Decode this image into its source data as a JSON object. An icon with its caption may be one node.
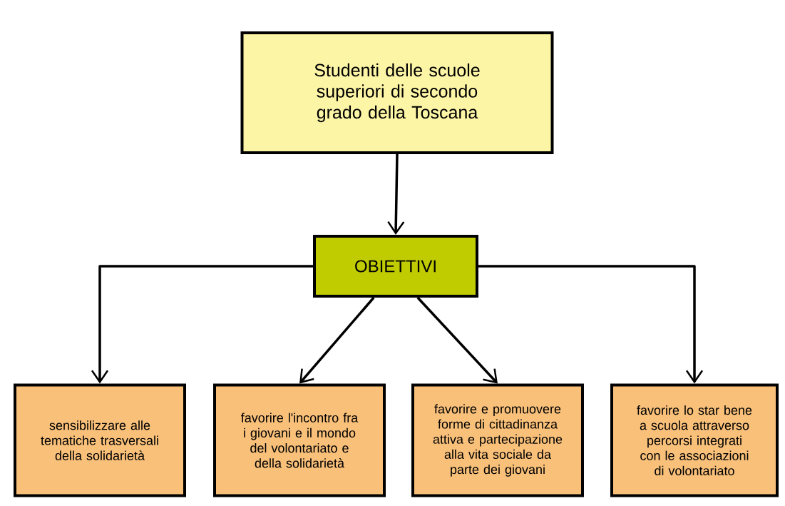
{
  "diagram": {
    "nodes": [
      {
        "text": [
          "Studenti delle scuole superiori di secondo grado della Toscana"
        ]
      },
      {
        "text": [
          "OBIETTIVI"
        ]
      },
      {
        "text": [
          "sensibilizzare alle tematiche trasversali della solidarietà"
        ]
      },
      {
        "text": [
          "favorire l'incontro fra i giovani e il mondo del volontariato e della solidarietà"
        ]
      },
      {
        "text": [
          "favorire e promuovere forme di cittadinanza attiva e partecipazione alla vita sociale da parte dei giovani"
        ]
      },
      {
        "text": [
          "favorire lo star bene a scuola attraverso percorsi integrati con le associazioni di volontariato"
        ]
      }
    ],
    "edges": [
      {
        "from": 0,
        "to": 1,
        "arrow": "to"
      },
      {
        "from": 1,
        "to": 2,
        "arrow": "to"
      },
      {
        "from": 1,
        "to": 3,
        "arrow": "to"
      },
      {
        "from": 1,
        "to": 4,
        "arrow": "to"
      },
      {
        "from": 1,
        "to": 5,
        "arrow": "to"
      }
    ]
  }
}
